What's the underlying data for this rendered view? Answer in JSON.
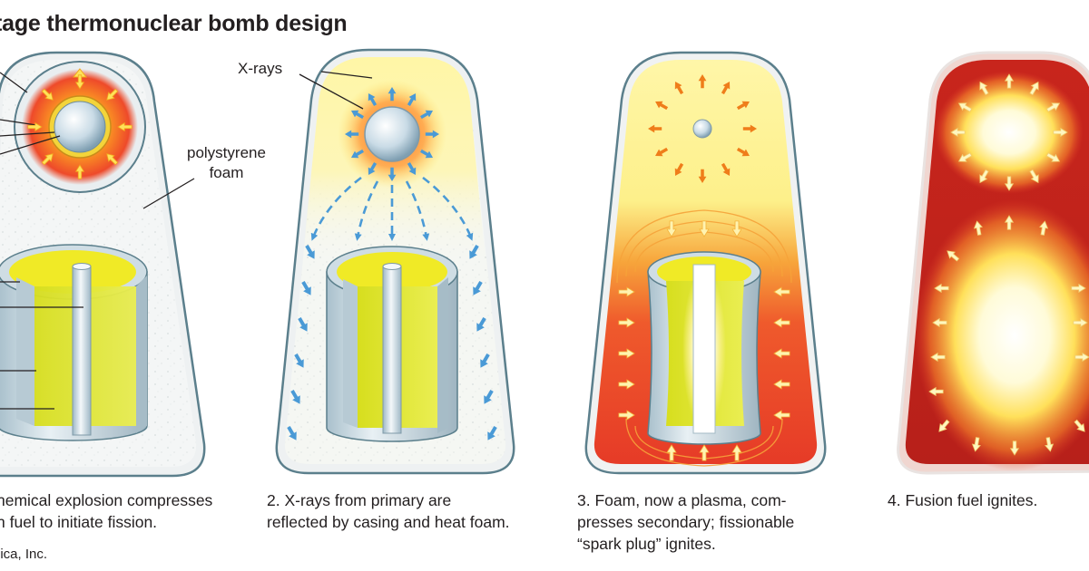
{
  "title": "tage thermonuclear bomb design",
  "labels": {
    "xrays": "X-rays",
    "foam_line1": "polystyrene",
    "foam_line2": "foam"
  },
  "steps": [
    {
      "line1": "hemical explosion compresses",
      "line2": "n fuel to initiate fission.",
      "line3": ""
    },
    {
      "line1": "2. X-rays from primary are",
      "line2": "reflected by casing and heat foam.",
      "line3": ""
    },
    {
      "line1": "3. Foam, now a plasma, com-",
      "line2": "presses secondary; fissionable",
      "line3": "“spark plug” ignites."
    },
    {
      "line1": "4. Fusion fuel ignites.",
      "line2": "",
      "line3": ""
    }
  ],
  "credit": "nica, Inc.",
  "colors": {
    "casing": "#eef1f2",
    "casing_edge": "#5b7f8c",
    "foam": "#f4f6f6",
    "arrow_blue": "#4a9ad6",
    "arrow_orange": "#ef7d1a",
    "plasma_red": "#e8412b",
    "fusion_yellow": "#e3e84a",
    "cylinder_steel": "#c4d6df",
    "glow_yellow": "#fff7a8"
  }
}
